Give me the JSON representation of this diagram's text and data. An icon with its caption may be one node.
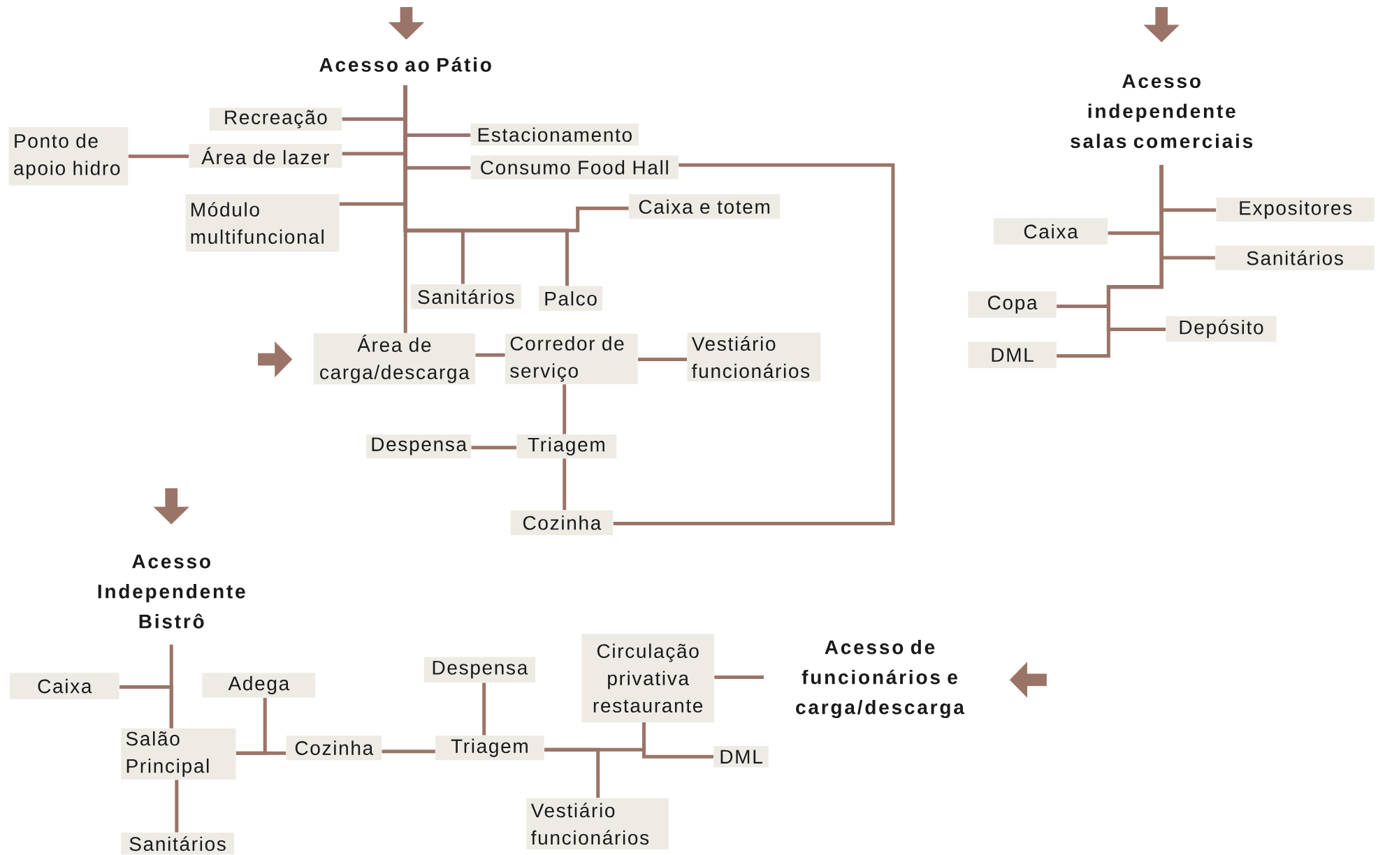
{
  "diagram": {
    "nodes": [
      {
        "text": [
          "Acesso ao Pátio"
        ]
      },
      {
        "text": [
          "Recreação"
        ]
      },
      {
        "text": [
          "Ponto de apoio hidro"
        ]
      },
      {
        "text": [
          "Área de lazer"
        ]
      },
      {
        "text": [
          "Módulo multifuncional"
        ]
      },
      {
        "text": [
          "Estacionamento"
        ]
      },
      {
        "text": [
          "Consumo Food Hall"
        ]
      },
      {
        "text": [
          "Caixa e totem"
        ]
      },
      {
        "text": [
          "Sanitários"
        ]
      },
      {
        "text": [
          "Palco"
        ]
      },
      {
        "text": [
          "Área de carga/descarga"
        ]
      },
      {
        "text": [
          "Corredor de serviço"
        ]
      },
      {
        "text": [
          "Vestiário funcionários"
        ]
      },
      {
        "text": [
          "Despensa"
        ]
      },
      {
        "text": [
          "Triagem"
        ]
      },
      {
        "text": [
          "Cozinha"
        ]
      },
      {
        "text": [
          "Acesso independente salas comerciais"
        ]
      },
      {
        "text": [
          "Caixa"
        ]
      },
      {
        "text": [
          "Expositores"
        ]
      },
      {
        "text": [
          "Sanitários"
        ]
      },
      {
        "text": [
          "Copa"
        ]
      },
      {
        "text": [
          "DML"
        ]
      },
      {
        "text": [
          "Depósito"
        ]
      },
      {
        "text": [
          "Acesso Independente Bistrô"
        ]
      },
      {
        "text": [
          "Caixa"
        ]
      },
      {
        "text": [
          "Salão Principal"
        ]
      },
      {
        "text": [
          "Adega"
        ]
      },
      {
        "text": [
          "Sanitários"
        ]
      },
      {
        "text": [
          "Cozinha"
        ]
      },
      {
        "text": [
          "Despensa"
        ]
      },
      {
        "text": [
          "Triagem"
        ]
      },
      {
        "text": [
          "Circulação privativa restaurante"
        ]
      },
      {
        "text": [
          "Vestiário funcionários"
        ]
      },
      {
        "text": [
          "DML"
        ]
      },
      {
        "text": [
          "Acesso de funcionários e carga/descarga"
        ]
      }
    ],
    "edges": [
      {
        "from": 0,
        "to": 1,
        "arrow": "none"
      },
      {
        "from": 0,
        "to": 3,
        "arrow": "none"
      },
      {
        "from": 2,
        "to": 3,
        "arrow": "none"
      },
      {
        "from": 0,
        "to": 4,
        "arrow": "none"
      },
      {
        "from": 0,
        "to": 5,
        "arrow": "none"
      },
      {
        "from": 0,
        "to": 6,
        "arrow": "none"
      },
      {
        "from": 0,
        "to": 7,
        "arrow": "none"
      },
      {
        "from": 0,
        "to": 8,
        "arrow": "none"
      },
      {
        "from": 0,
        "to": 9,
        "arrow": "none"
      },
      {
        "from": 0,
        "to": 10,
        "arrow": "none"
      },
      {
        "from": 10,
        "to": 11,
        "arrow": "none"
      },
      {
        "from": 11,
        "to": 12,
        "arrow": "none"
      },
      {
        "from": 11,
        "to": 14,
        "arrow": "none"
      },
      {
        "from": 13,
        "to": 14,
        "arrow": "none"
      },
      {
        "from": 14,
        "to": 15,
        "arrow": "none"
      },
      {
        "from": 6,
        "to": 15,
        "arrow": "none"
      },
      {
        "from": 16,
        "to": 17,
        "arrow": "none"
      },
      {
        "from": 16,
        "to": 18,
        "arrow": "none"
      },
      {
        "from": 16,
        "to": 19,
        "arrow": "none"
      },
      {
        "from": 16,
        "to": 20,
        "arrow": "none"
      },
      {
        "from": 16,
        "to": 21,
        "arrow": "none"
      },
      {
        "from": 16,
        "to": 22,
        "arrow": "none"
      },
      {
        "from": 23,
        "to": 25,
        "arrow": "none"
      },
      {
        "from": 24,
        "to": 25,
        "arrow": "none"
      },
      {
        "from": 25,
        "to": 27,
        "arrow": "none"
      },
      {
        "from": 25,
        "to": 26,
        "arrow": "none"
      },
      {
        "from": 25,
        "to": 28,
        "arrow": "none"
      },
      {
        "from": 28,
        "to": 30,
        "arrow": "none"
      },
      {
        "from": 29,
        "to": 30,
        "arrow": "none"
      },
      {
        "from": 30,
        "to": 31,
        "arrow": "none"
      },
      {
        "from": 30,
        "to": 32,
        "arrow": "none"
      },
      {
        "from": 31,
        "to": 33,
        "arrow": "none"
      },
      {
        "from": 31,
        "to": 34,
        "arrow": "none"
      }
    ]
  }
}
